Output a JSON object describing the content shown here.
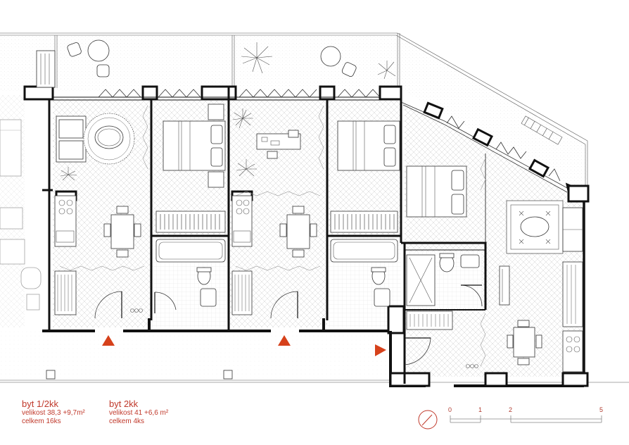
{
  "legend": [
    {
      "title": "byt 1/2kk",
      "size": "velikost 38,3 +9,7m²",
      "count": "celkem 16ks"
    },
    {
      "title": "byt 2kk",
      "size": "velikost 41 +6,6 m²",
      "count": "celkem 4ks"
    }
  ],
  "scale": {
    "ticks": [
      "0",
      "1",
      "2",
      "5"
    ]
  },
  "colors": {
    "accent": "#c0392b",
    "wall": "#111111",
    "hatch": "#cfcfcf",
    "line": "#333333"
  },
  "icons": [
    "north-arrow-icon",
    "entrance-arrow-icon"
  ]
}
